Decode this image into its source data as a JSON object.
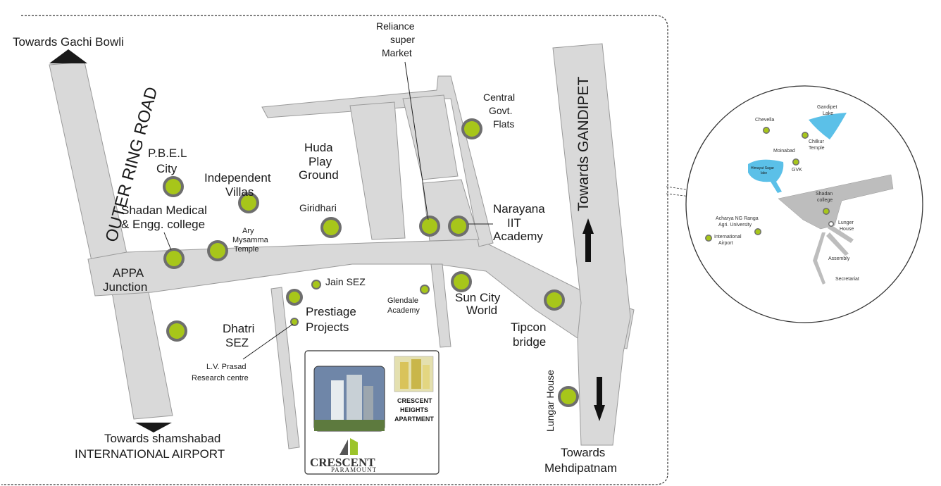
{
  "map": {
    "labels": {
      "towards_gachi_bowli": "Towards Gachi Bowli",
      "outer_ring_road": "OUTER RING ROAD",
      "towards_shamshabad_1": "Towards shamshabad",
      "towards_shamshabad_2": "INTERNATIONAL AIRPORT",
      "appa_1": "APPA",
      "appa_2": "Junction",
      "pbel_1": "P.B.E.L",
      "pbel_2": "City",
      "indep_1": "Independent",
      "indep_2": "Villas",
      "shadan_1": "Shadan Medical",
      "shadan_2": "& Engg. college",
      "ary_1": "Ary",
      "ary_2": "Mysamma",
      "ary_3": "Temple",
      "huda_1": "Huda",
      "huda_2": "Play",
      "huda_3": "Ground",
      "giridhari": "Giridhari",
      "reliance_1": "Reliance",
      "reliance_2": "super",
      "reliance_3": "Market",
      "central_1": "Central",
      "central_2": "Govt.",
      "central_3": "Flats",
      "narayana_1": "Narayana",
      "narayana_2": "IIT",
      "narayana_3": "Academy",
      "towards_gandipet": "Towards GANDIPET",
      "jain_sez": "Jain SEZ",
      "prestiage_1": "Prestiage",
      "prestiage_2": "Projects",
      "glendale_1": "Glendale",
      "glendale_2": "Academy",
      "suncity_1": "Sun City",
      "suncity_2": "World",
      "dhatri_1": "Dhatri",
      "dhatri_2": "SEZ",
      "lvprasad_1": "L.V. Prasad",
      "lvprasad_2": "Research centre",
      "tipcon_1": "Tipcon",
      "tipcon_2": "bridge",
      "lungar_house": "Lungar House",
      "towards_mehdi_1": "Towards",
      "towards_mehdi_2": "Mehdipatnam"
    },
    "project": {
      "heights_1": "CRESCENT",
      "heights_2": "HEIGHTS",
      "heights_3": "APARTMENT",
      "brand": "CRESCENT",
      "brand_sub": "PARAMOUNT"
    },
    "inset": {
      "gandipet_1": "Gandipet",
      "gandipet_2": "Lake",
      "chevella": "Chevella",
      "chilkur_1": "Chilkur",
      "chilkur_2": "Temple",
      "moinabad": "Moinabad",
      "himayat_1": "Himayat Sagar",
      "himayat_2": "lake",
      "gvk": "GVK",
      "shadan_1": "Shadan",
      "shadan_2": "college",
      "acharya_1": "Acharya NG Ranga",
      "acharya_2": "Agri. University",
      "intl_1": "International",
      "intl_2": "Airport",
      "lunger_1": "Lunger",
      "lunger_2": "House",
      "assembly": "Assembly",
      "secretariat": "Secretariat"
    },
    "colors": {
      "road": "#d9d9d9",
      "marker": "#a7c61a",
      "marker_ring": "#6e6e6e",
      "lake": "#5bc0e8"
    }
  }
}
